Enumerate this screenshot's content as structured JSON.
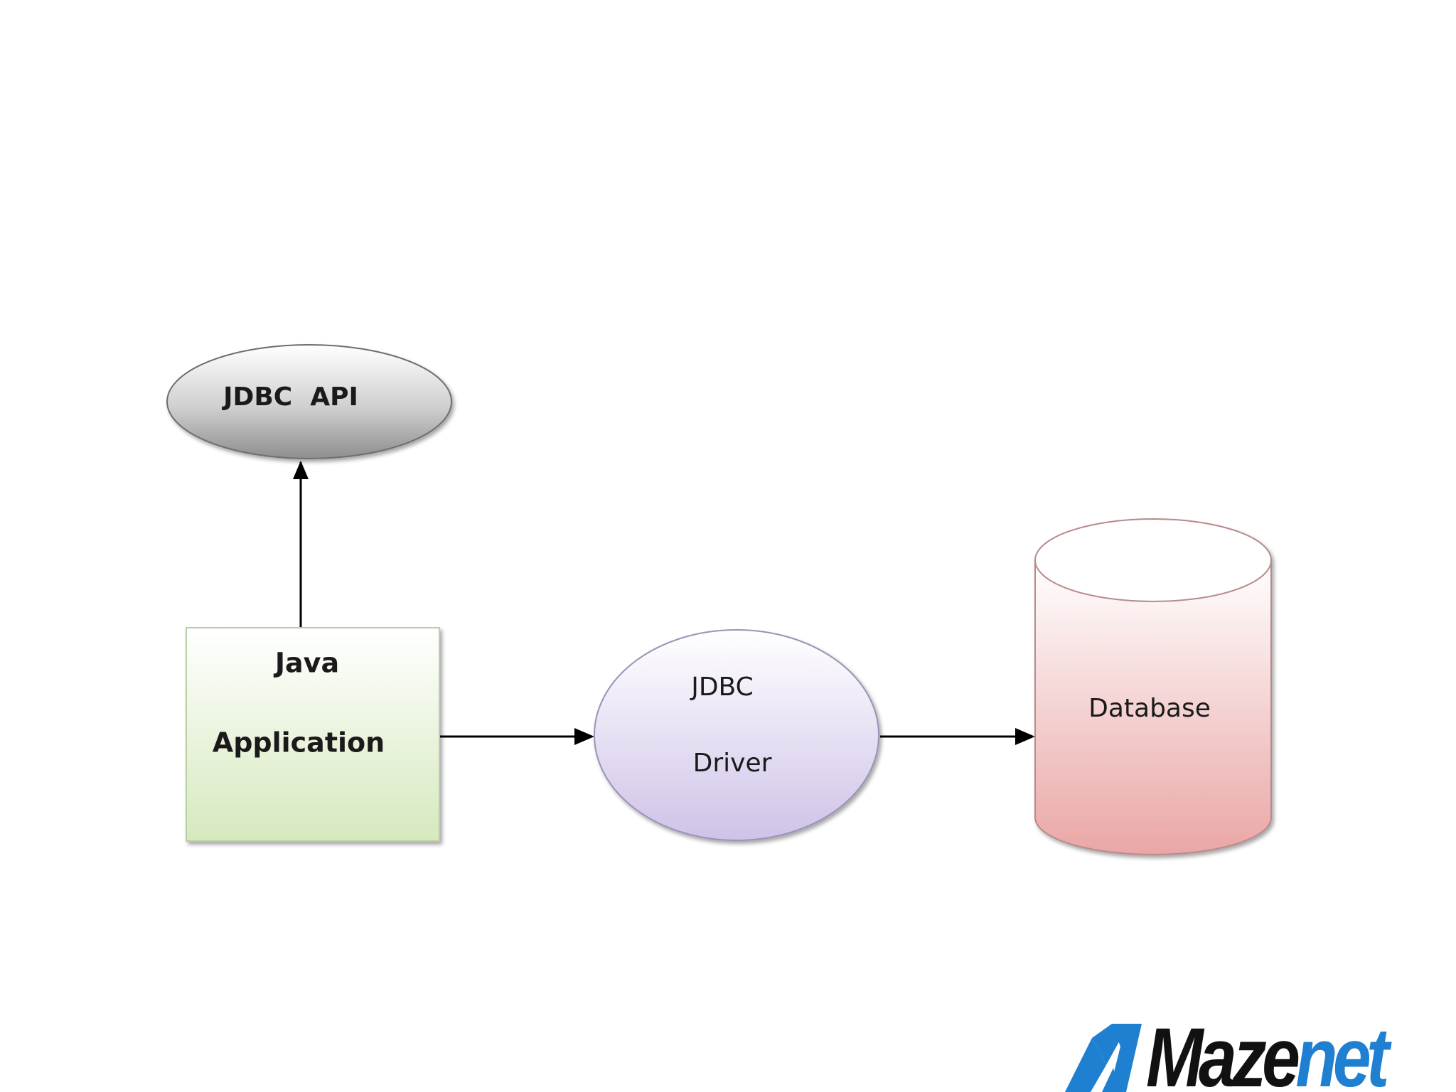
{
  "diagram": {
    "nodes": {
      "jdbc_api": {
        "label": "JDBC  API",
        "shape": "ellipse",
        "color": "#bdbdbd"
      },
      "java_app": {
        "label_line1": "Java",
        "label_line2": "Application",
        "shape": "rectangle",
        "color": "#d9ebc4"
      },
      "jdbc_driver": {
        "label_line1": "JDBC",
        "label_line2": "Driver",
        "shape": "ellipse",
        "color": "#dcd3ee"
      },
      "database": {
        "label": "Database",
        "shape": "cylinder",
        "color": "#f0c0c0"
      }
    },
    "edges": [
      {
        "from": "java_app",
        "to": "jdbc_api"
      },
      {
        "from": "java_app",
        "to": "jdbc_driver"
      },
      {
        "from": "jdbc_driver",
        "to": "database"
      }
    ]
  },
  "brand": {
    "name_part1": "Maze",
    "name_part2": "net",
    "dark_color": "#111111",
    "accent_color": "#1f7fd1"
  }
}
